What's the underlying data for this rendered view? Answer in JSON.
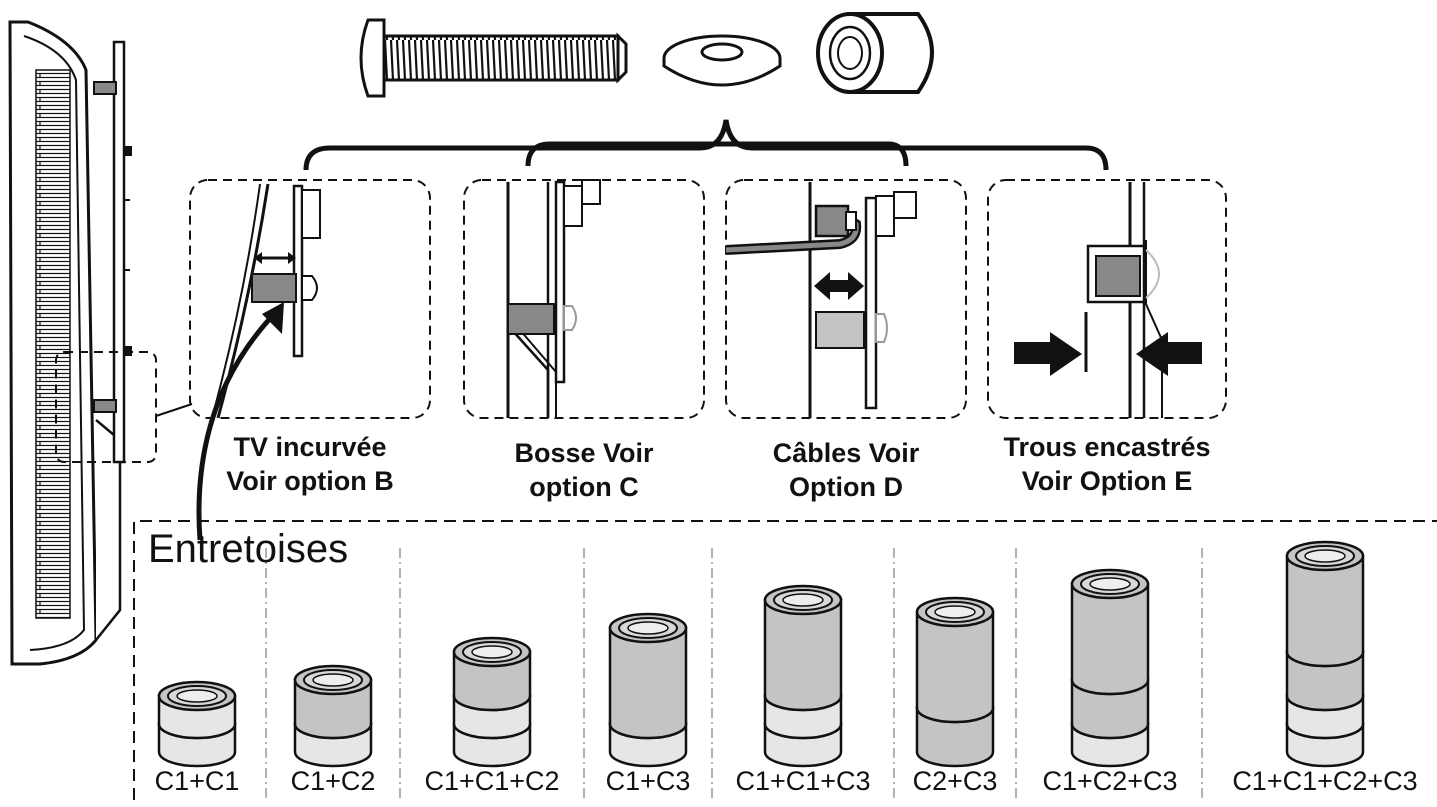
{
  "options": [
    {
      "line1": "TV incurvée",
      "line2": "Voir option B"
    },
    {
      "line1": "Bosse Voir",
      "line2": "option C"
    },
    {
      "line1": "Câbles Voir",
      "line2": "Option D"
    },
    {
      "line1": "Trous encastrés",
      "line2": "Voir Option E"
    }
  ],
  "spacers": {
    "title": "Entretoises",
    "combinations": [
      "C1+C1",
      "C1+C2",
      "C1+C1+C2",
      "C1+C3",
      "C1+C1+C3",
      "C2+C3",
      "C1+C2+C3",
      "C1+C1+C2+C3"
    ]
  },
  "colors": {
    "line": "#111111",
    "fill_gray": "#c4c4c4",
    "dark_gray": "#777777"
  }
}
